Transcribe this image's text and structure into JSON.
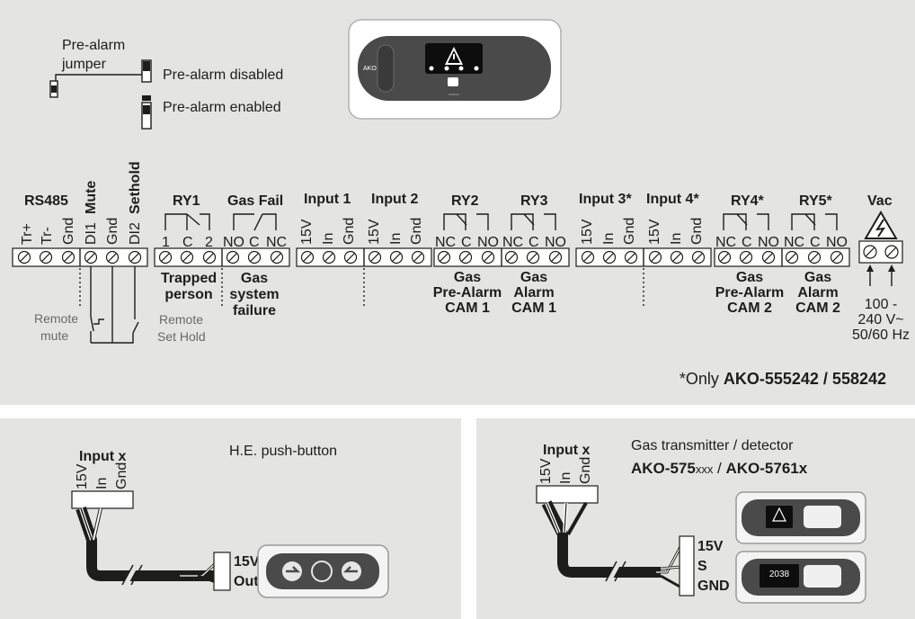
{
  "prealarm": {
    "jumper_label_line1": "Pre-alarm",
    "jumper_label_line2": "jumper",
    "disabled": "Pre-alarm disabled",
    "enabled": "Pre-alarm enabled"
  },
  "device": {
    "brand": "AKO"
  },
  "groups": {
    "rs485": "RS485",
    "mute": "Mute",
    "sethold": "Sethold",
    "ry1": "RY1",
    "gasfail": "Gas Fail",
    "input1": "Input 1",
    "input2": "Input 2",
    "ry2": "RY2",
    "ry3": "RY3",
    "input3": "Input 3*",
    "input4": "Input 4*",
    "ry4": "RY4*",
    "ry5": "RY5*",
    "vac": "Vac"
  },
  "terminals": {
    "rs485": [
      "Tr+",
      "Tr-",
      "Gnd"
    ],
    "digital": [
      "DI1",
      "Gnd",
      "DI2"
    ],
    "ry1": [
      "1",
      "C",
      "2"
    ],
    "gasfail": [
      "NO",
      "C",
      "NC"
    ],
    "input": [
      "15V",
      "In",
      "Gnd"
    ],
    "relay": [
      "NC",
      "C",
      "NO"
    ]
  },
  "descriptions": {
    "remote_mute_1": "Remote",
    "remote_mute_2": "mute",
    "remote_sethold_1": "Remote",
    "remote_sethold_2": "Set Hold",
    "trapped_1": "Trapped",
    "trapped_2": "person",
    "gasfail_1": "Gas",
    "gasfail_2": "system",
    "gasfail_3": "failure",
    "ry2_1": "Gas",
    "ry2_2": "Pre-Alarm",
    "ry2_3": "CAM 1",
    "ry3_1": "Gas",
    "ry3_2": "Alarm",
    "ry3_3": "CAM 1",
    "ry4_1": "Gas",
    "ry4_2": "Pre-Alarm",
    "ry4_3": "CAM 2",
    "ry5_1": "Gas",
    "ry5_2": "Alarm",
    "ry5_3": "CAM 2",
    "power_1": "100 -",
    "power_2": "240 V~",
    "power_3": "50/60 Hz"
  },
  "footnote": {
    "prefix": "*Only ",
    "models": "AKO-555242 / 558242"
  },
  "pushbutton": {
    "input_label": "Input x",
    "title": "H.E. push-button",
    "terminals": [
      "15V",
      "In",
      "Gnd"
    ],
    "out_15v": "15V",
    "out_out": "Out"
  },
  "transmitter": {
    "input_label": "Input x",
    "title": "Gas transmitter / detector",
    "model_a_bold": "AKO-575",
    "model_a_small": "xxx",
    "separator": " / ",
    "model_b": "AKO-5761x",
    "terminals": [
      "15V",
      "In",
      "Gnd"
    ],
    "out_15v": "15V",
    "out_s": "S",
    "out_gnd": "GND",
    "display_value": "2038"
  }
}
